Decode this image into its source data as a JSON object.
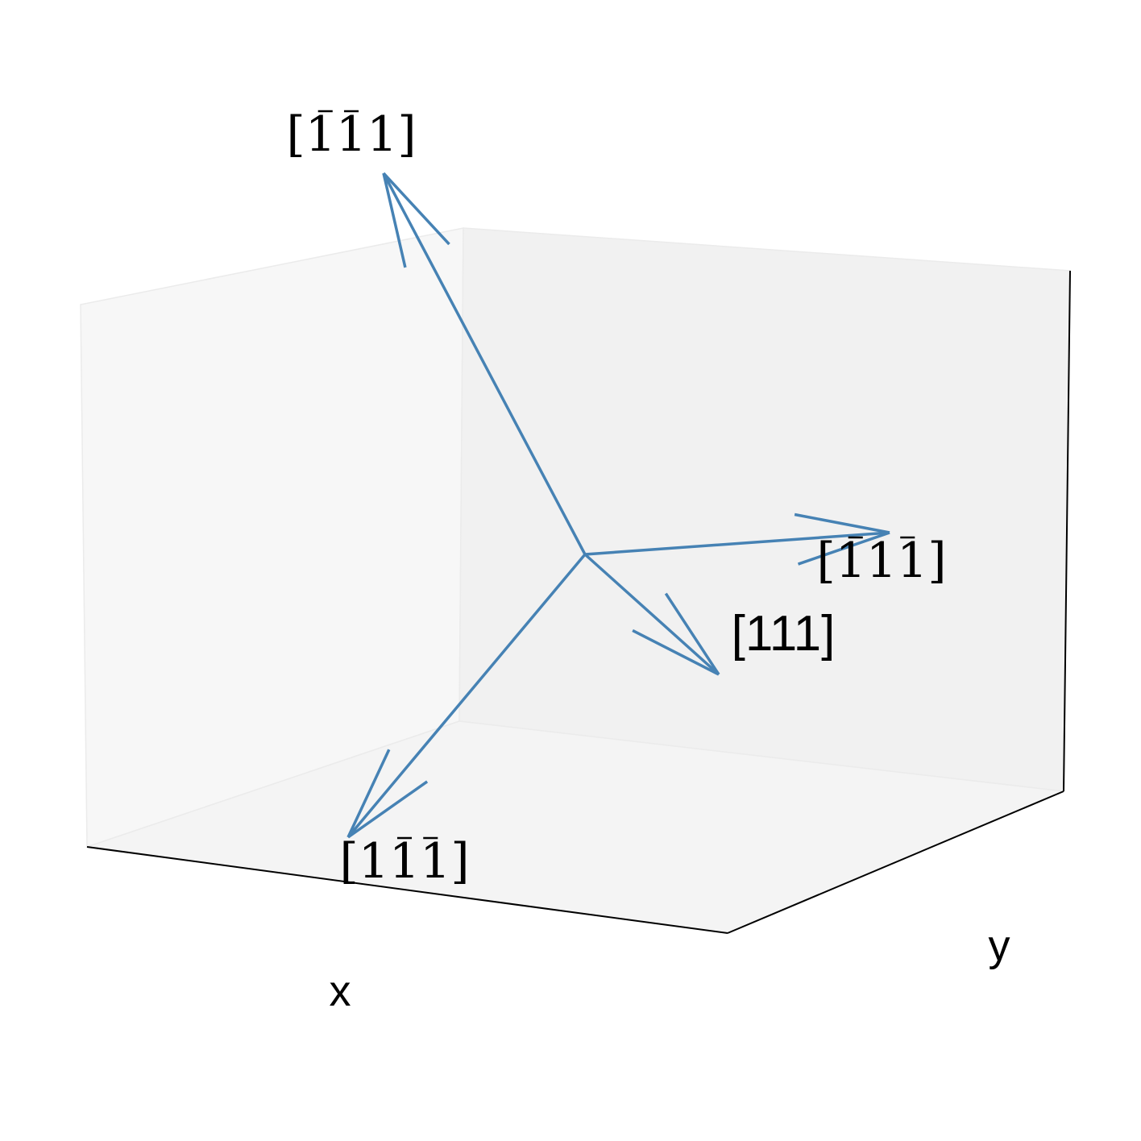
{
  "chart_data": {
    "type": "quiver3d",
    "title": "",
    "xlabel": "x",
    "ylabel": "y",
    "zlabel": "",
    "grid": false,
    "arrow_color": "#4682b4",
    "origin": [
      0,
      0,
      0
    ],
    "vectors": [
      {
        "direction": [
          1,
          1,
          1
        ],
        "label": "[111]",
        "label_style": "plain"
      },
      {
        "direction": [
          -1,
          -1,
          1
        ],
        "label_main": "[111]",
        "label_bars": [
          0,
          1
        ],
        "label_style": "math"
      },
      {
        "direction": [
          -1,
          1,
          -1
        ],
        "label_main": "[111]",
        "label_bars": [
          0,
          2
        ],
        "label_style": "math"
      },
      {
        "direction": [
          1,
          -1,
          -1
        ],
        "label_main": "[111]",
        "label_bars": [
          1,
          2
        ],
        "label_style": "math"
      }
    ]
  }
}
